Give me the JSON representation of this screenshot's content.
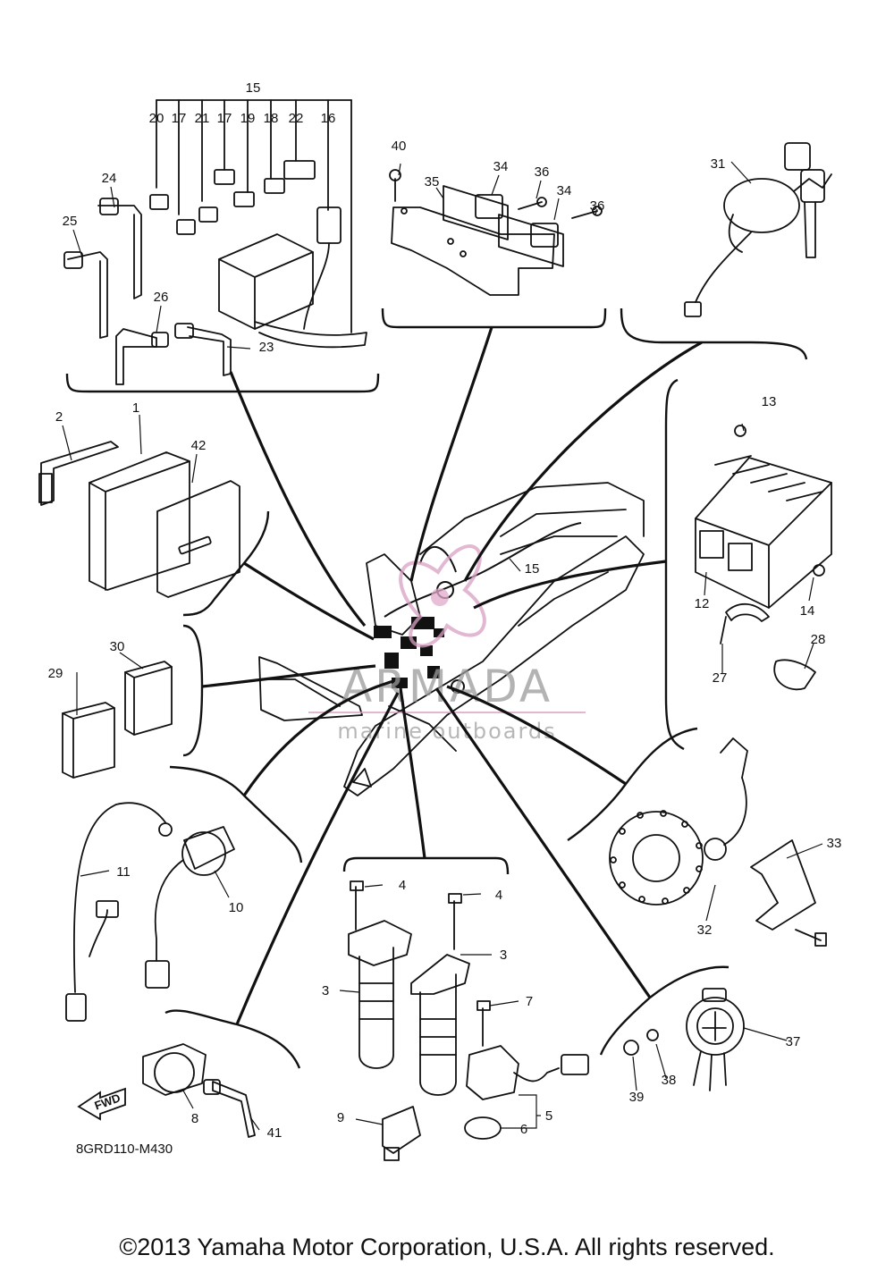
{
  "diagram": {
    "drawing_code": "8GRD110-M430",
    "copyright": "©2013 Yamaha Motor Corporation, U.S.A. All rights reserved.",
    "watermark": {
      "name": "ARMADA",
      "tagline": "marine outboards"
    },
    "fwd_arrow": "FWD",
    "callouts": {
      "c1": "1",
      "c2": "2",
      "c3a": "3",
      "c3b": "3",
      "c4a": "4",
      "c4b": "4",
      "c5": "5",
      "c6": "6",
      "c7": "7",
      "c8": "8",
      "c9": "9",
      "c10": "10",
      "c11": "11",
      "c12": "12",
      "c13": "13",
      "c14": "14",
      "c15a": "15",
      "c15b": "15",
      "c16": "16",
      "c17a": "17",
      "c17b": "17",
      "c18": "18",
      "c19": "19",
      "c20": "20",
      "c21": "21",
      "c22": "22",
      "c23": "23",
      "c24": "24",
      "c25": "25",
      "c26": "26",
      "c27": "27",
      "c28": "28",
      "c29": "29",
      "c30": "30",
      "c31": "31",
      "c32": "32",
      "c33": "33",
      "c34a": "34",
      "c34b": "34",
      "c35": "35",
      "c36a": "36",
      "c36b": "36",
      "c37": "37",
      "c38": "38",
      "c39": "39",
      "c40": "40",
      "c41": "41",
      "c42": "42"
    }
  }
}
